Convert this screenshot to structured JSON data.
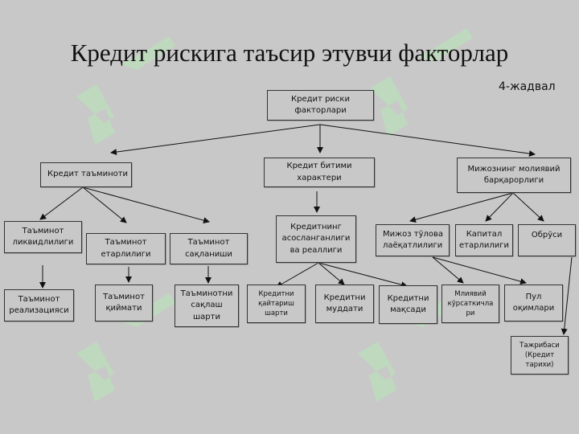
{
  "title": "Кредит рискига таъсир этувчи факторлар",
  "table_label": "4-жадвал",
  "nodes": {
    "root": "Кредит риски\nфакторлари",
    "collateral": "Кредит таъминоти",
    "nature": "Кредит битими\nхарактери",
    "client": "Мижознинг молиявий\nбарқарорлиги",
    "liquidity": "Таъминот\nликвидлилиги",
    "sufficiency": "Таъминот\nетарлилиги",
    "preservation": "Таъминот\nсақланиши",
    "realization": "Таъминот\nреализацияси",
    "value": "Таъминот\nқиймати",
    "storage": "Таъминотни\nсақлаш\nшарти",
    "substantiation": "Кредитнинг\nасосланганлиги\nва реаллиги",
    "repayment": "Кредитни\nқайтариш\nшарти",
    "term": "Кредитни\nмуддати",
    "purpose": "Кредитни\nмақсади",
    "solvency": "Мижоз тўлова\nлаёқатлилиги",
    "capital": "Капитал\nетарлилиги",
    "image": "Обрўси",
    "indicators": "Млиявий\nкўрсаткичла\nри",
    "cashflow": "Пул\nоқимлари",
    "experience": "Тажрибаси\n(Кредит\nтарихи)"
  },
  "colors": {
    "background": "#c8c8c8",
    "watermark": "#b7e8b7",
    "text": "#111111",
    "border": "#333333"
  }
}
